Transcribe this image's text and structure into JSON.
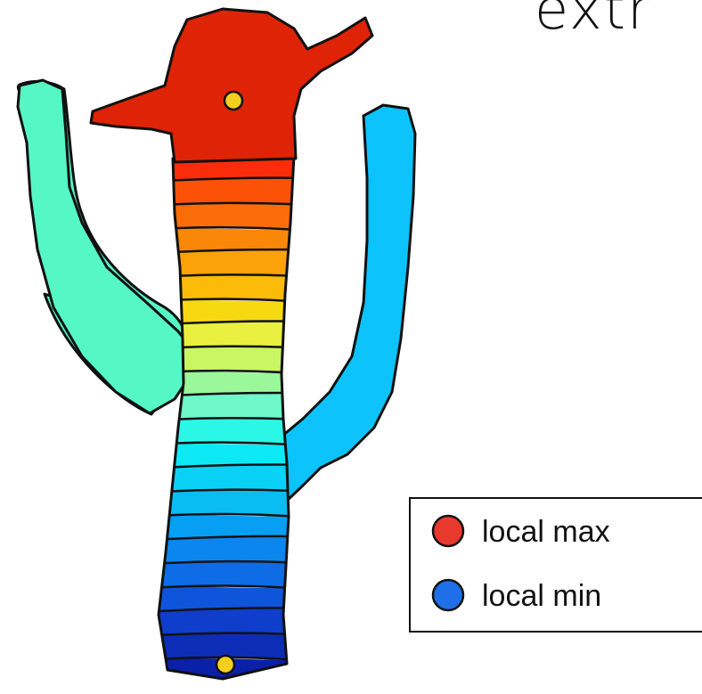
{
  "title": "extr",
  "legend": {
    "items": [
      {
        "label": "local max",
        "color": "#e8392f"
      },
      {
        "label": "local min",
        "color": "#1f6fe8"
      }
    ]
  },
  "markers": {
    "color": "#f5cf1d"
  },
  "regions": {
    "left_arm_color": "#55f7c4",
    "right_arm_color": "#0cc3fb",
    "head_color": "#de2306"
  },
  "gradient_bands": [
    "#fb2c0a",
    "#fb5207",
    "#fb6d08",
    "#fb8708",
    "#fba208",
    "#fbbb08",
    "#f7d912",
    "#e9f040",
    "#c9f662",
    "#9af79a",
    "#6ef7c8",
    "#2bf7e7",
    "#0ce9f5",
    "#0ad2f7",
    "#09bdf3",
    "#069ff3",
    "#0b86ef",
    "#0d6ce6",
    "#0f55db",
    "#0f3ecc",
    "#0d2db7",
    "#0a20a8"
  ]
}
